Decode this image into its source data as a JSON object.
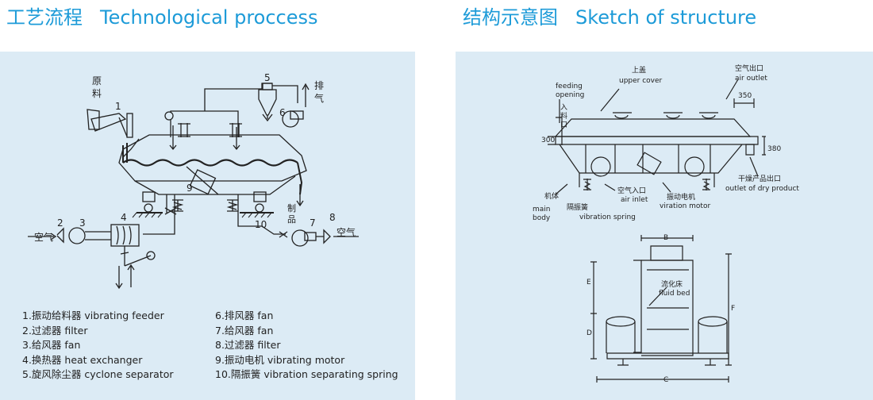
{
  "left_title": {
    "cn": "工艺流程",
    "en": "Technological proccess"
  },
  "right_title": {
    "cn": "结构示意图",
    "en": "Sketch of structure"
  },
  "process": {
    "labels": {
      "raw_v1": "原",
      "raw_v2": "料",
      "exhaust_v1": "排",
      "exhaust_v2": "气",
      "product_v1": "制",
      "product_v2": "品",
      "air_left": "空气",
      "air_right": "空气",
      "n1": "1",
      "n2": "2",
      "n3": "3",
      "n4": "4",
      "n5": "5",
      "n6": "6",
      "n7": "7",
      "n8": "8",
      "n9": "9",
      "n10": "10"
    },
    "legend_left": [
      "1.振动给料器  vibrating feeder",
      "2.过滤器  filter",
      "3.给风器  fan",
      "4.换热器  heat exchanger",
      "5.旋风除尘器  cyclone separator"
    ],
    "legend_right": [
      "6.排风器  fan",
      "7.给风器  fan",
      "8.过滤器  filter",
      "9.振动电机  vibrating motor",
      "10.隔振簧  vibration separating spring"
    ]
  },
  "structure": {
    "top_cover_cn": "上盖",
    "top_cover_en": "upper cover",
    "air_outlet_cn": "空气出口",
    "air_outlet_en": "air outlet",
    "feeding_en_1": "feeding",
    "feeding_en_2": "opening",
    "feeding_cn_1": "入",
    "feeding_cn_2": "料",
    "feeding_cn_3": "口",
    "dim_350": "350",
    "dim_300": "300",
    "dim_380": "380",
    "dry_outlet_cn": "干燥产品出口",
    "dry_outlet_en": "outlet of dry product",
    "body_cn": "机体",
    "body_en_1": "main",
    "body_en_2": "body",
    "spring_cn": "隔振簧",
    "spring_en": "vibration spring",
    "air_inlet_cn": "空气入口",
    "air_inlet_en": "air inlet",
    "motor_cn": "振动电机",
    "motor_en": "viration motor",
    "fluid_bed_cn": "流化床",
    "fluid_bed_en": "fluid bed",
    "dim_B": "B",
    "dim_C": "C",
    "dim_D": "D",
    "dim_E": "E",
    "dim_F": "F"
  },
  "colors": {
    "title": "#1d9bd8",
    "panel": "#dcebf5",
    "line": "#222222"
  }
}
